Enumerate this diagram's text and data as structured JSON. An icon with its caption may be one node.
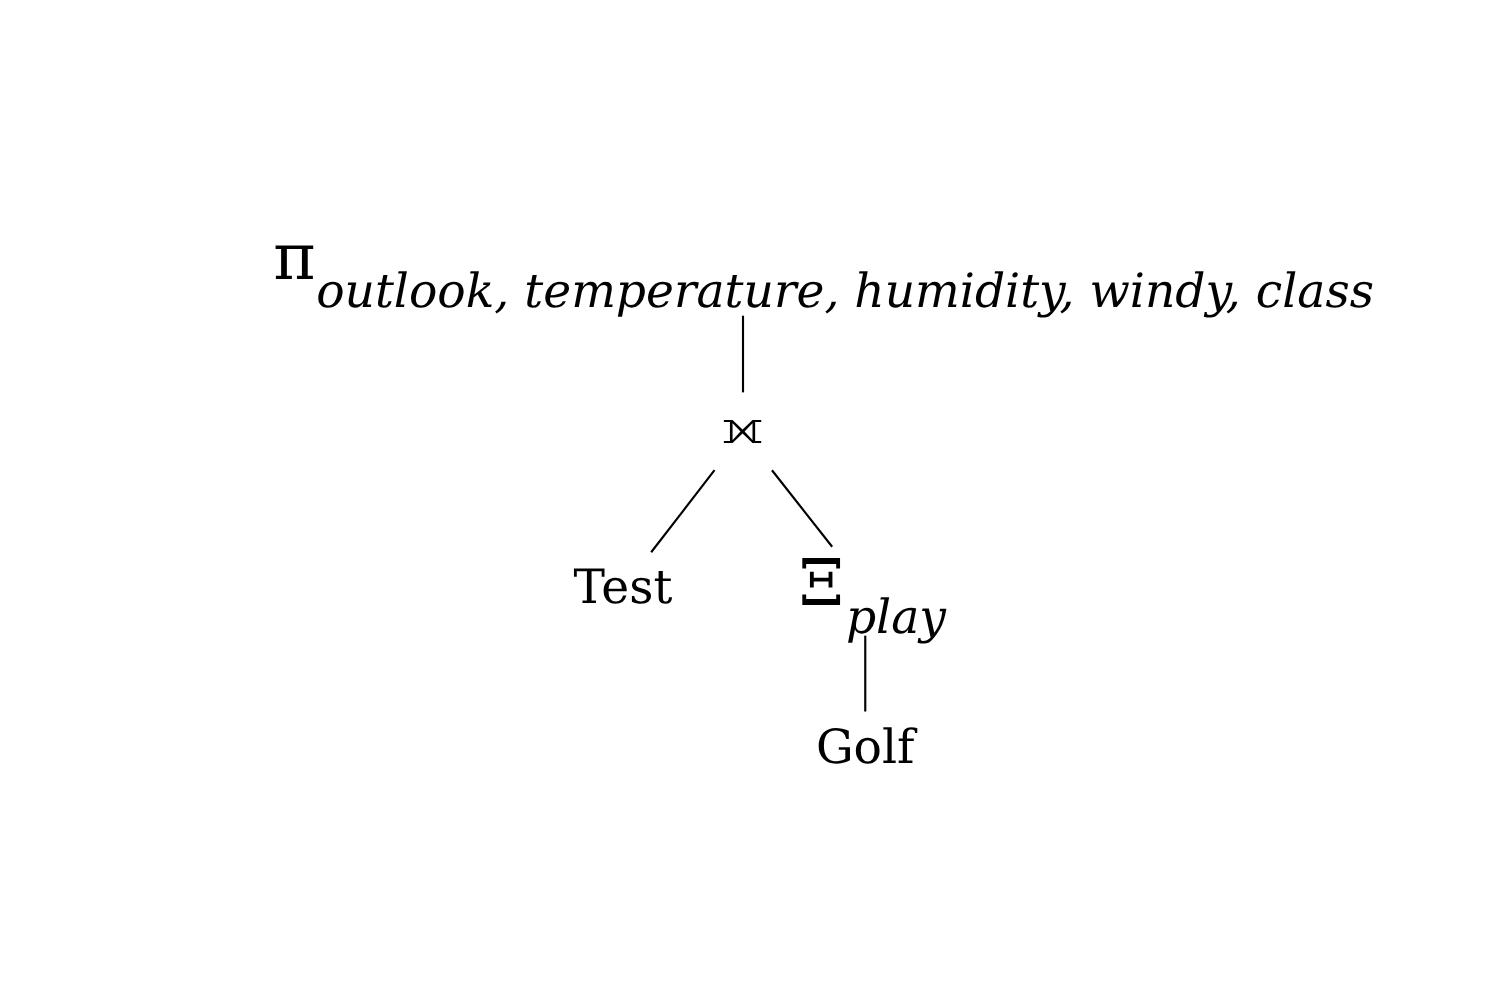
{
  "diagram": {
    "nodes": [
      {
        "text": [
          "π$_{outlook, temperature, humidity, windy, class}$"
        ]
      },
      {
        "text": [
          "⟗"
        ]
      },
      {
        "text": [
          "Test"
        ]
      },
      {
        "text": [
          "Ξ$_{play}$"
        ]
      },
      {
        "text": [
          "Golf"
        ]
      }
    ],
    "edges": [
      {
        "from": 0,
        "to": 1,
        "arrow": "none"
      },
      {
        "from": 1,
        "to": 2,
        "arrow": "none"
      },
      {
        "from": 1,
        "to": 3,
        "arrow": "none"
      },
      {
        "from": 3,
        "to": 4,
        "arrow": "none"
      }
    ]
  }
}
